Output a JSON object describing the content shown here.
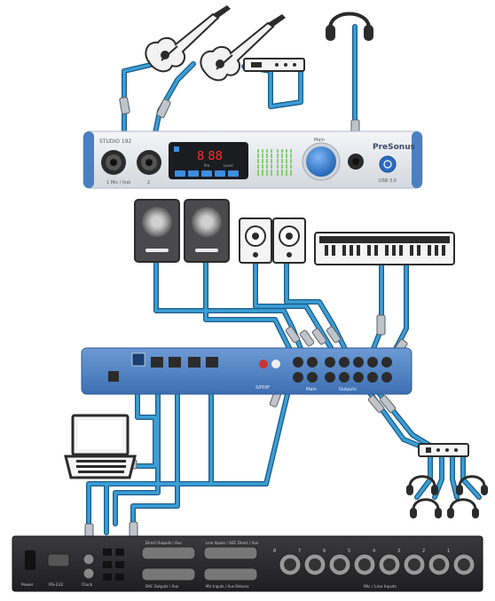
{
  "front_panel": {
    "model": "STUDIO 192",
    "brand": "PreSonus",
    "usb_label": "USB 3.0",
    "input_labels": [
      "1  Mic / Inst",
      "2"
    ],
    "display_digits": "8  88",
    "display_sub": [
      "Pre",
      "Level"
    ],
    "knob_label": "Main"
  },
  "rear_panel": {
    "labels": [
      "S/PDIF",
      "Main",
      "Outputs"
    ]
  },
  "rack_unit": {
    "labels": [
      "Power",
      "RS-232",
      "Clock",
      "Direct Outputs / Aux",
      "Line Inputs / ADC Direct / Aux",
      "DAC Outputs / Aux",
      "Mic Inputs / Aux Returns",
      "Mic / Line Inputs"
    ],
    "channel_numbers": [
      "8",
      "7",
      "6",
      "5",
      "4",
      "3",
      "2",
      "1"
    ]
  },
  "colors": {
    "cable": "#3a9fd6",
    "cable_core": "#2b8ac2",
    "panel_silver": "#e6e9ee",
    "panel_blue": "#4a7fc2",
    "device_dark": "#2b2b2d",
    "accent_blue": "#3d8ee0"
  },
  "icons": [
    "electric-guitar-icon",
    "headphones-icon",
    "studio-monitor-icon",
    "keyboard-synth-icon",
    "laptop-icon",
    "headphone-splitter-icon"
  ]
}
